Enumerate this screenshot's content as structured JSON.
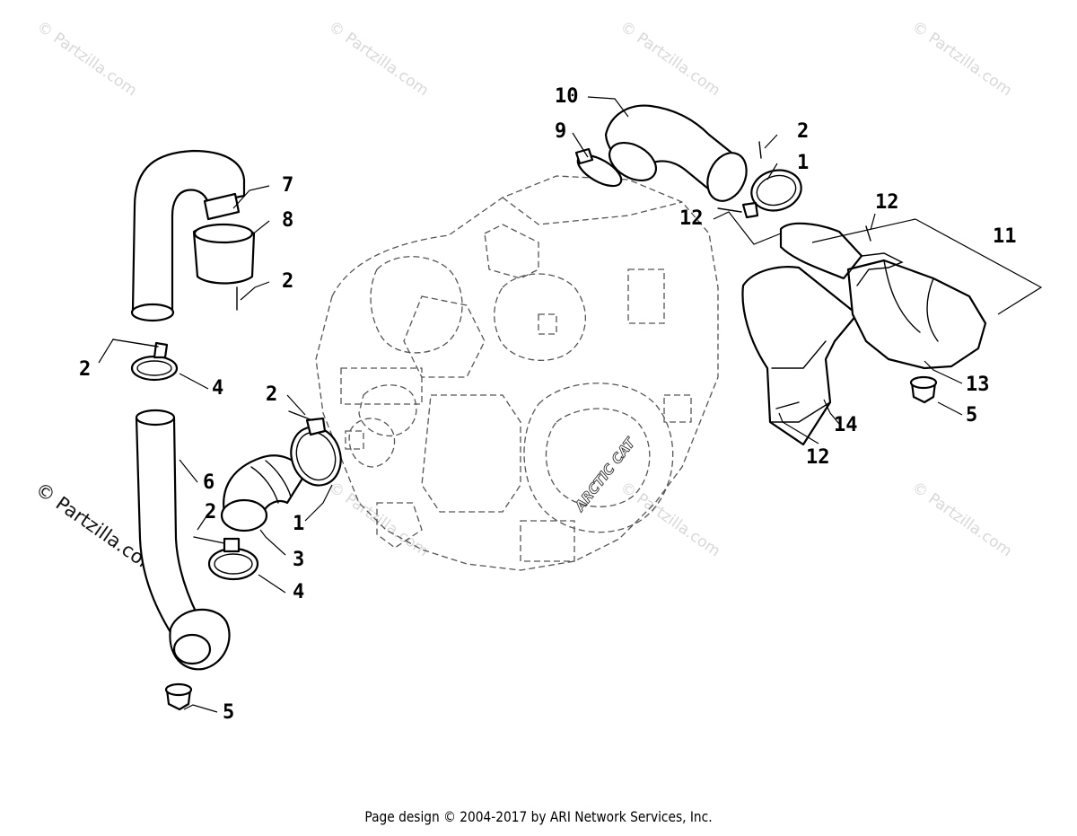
{
  "footer": "Page design © 2004-2017 by ARI Network Services, Inc.",
  "watermark": "© Partzilla.com",
  "brand_marking": "ARCTIC CAT",
  "callouts": {
    "c10": "10",
    "c9": "9",
    "c2_top": "2",
    "c1_top": "1",
    "c12_upper_right": "12",
    "c12_upper_left": "12",
    "c11": "11",
    "c7": "7",
    "c8": "8",
    "c2_left_upper": "2",
    "c2_left_mid": "2",
    "c4_upper": "4",
    "c2_center": "2",
    "c6": "6",
    "c2_lower": "2",
    "c1_lower": "1",
    "c3": "3",
    "c4_lower": "4",
    "c5_left": "5",
    "c13": "13",
    "c5_right": "5",
    "c14": "14",
    "c12_lower": "12"
  }
}
